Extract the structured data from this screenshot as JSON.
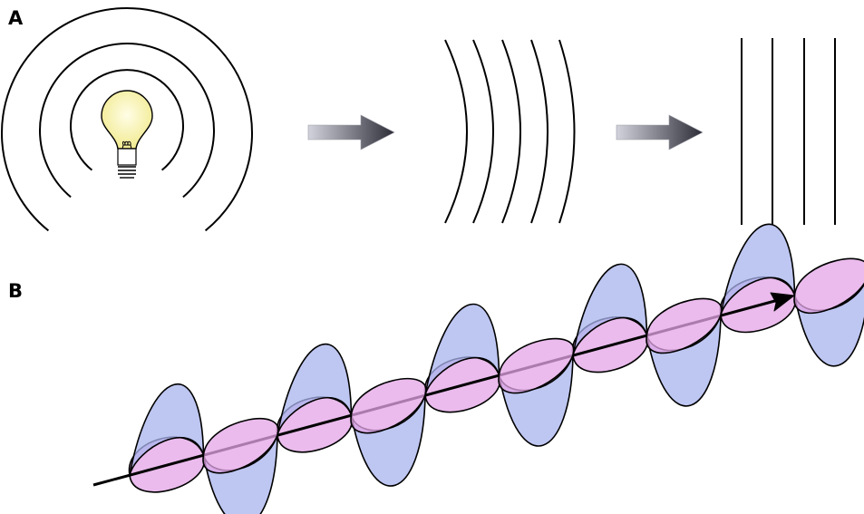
{
  "panels": {
    "a": {
      "label": "A"
    },
    "b": {
      "label": "B"
    }
  },
  "colors": {
    "stroke": "#000000",
    "bulb_glass": "#f6f2a6",
    "bulb_glass_center": "#fffde6",
    "arrow_light": "#d3d3dd",
    "arrow_dark": "#2d2d38",
    "field_electric": "#a8b3ee",
    "field_magnetic": "#e3a4e6"
  },
  "icons": {
    "light_source": "light-bulb-icon"
  },
  "wave_diagram": {
    "field_lobes_shown": 10
  }
}
